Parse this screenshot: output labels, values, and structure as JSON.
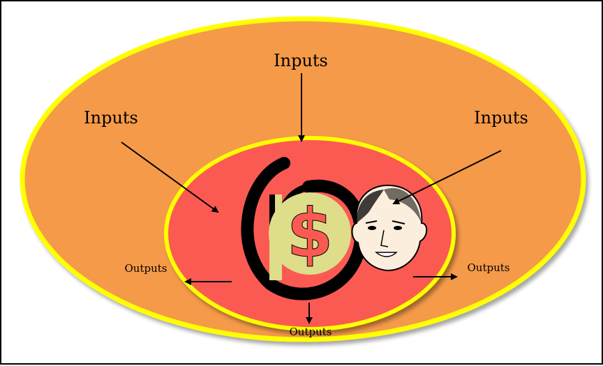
{
  "diagram": {
    "labels": {
      "inputs_top": "Inputs",
      "inputs_left": "Inputs",
      "inputs_right": "Inputs",
      "outputs_left": "Outputs",
      "outputs_right": "Outputs",
      "outputs_bottom": "Outputs"
    },
    "center_symbol": "$",
    "colors": {
      "outer_fill": "#f59a48",
      "inner_fill": "#fb5a52",
      "ring_border": "#ffff00",
      "coin_fill": "#dedd8a",
      "dollar_color": "#fb5a52",
      "spiral_color": "#000000"
    },
    "icons": {
      "money": "dollar-coin-icon",
      "person": "face-icon",
      "flow": "spiral-icon"
    }
  }
}
